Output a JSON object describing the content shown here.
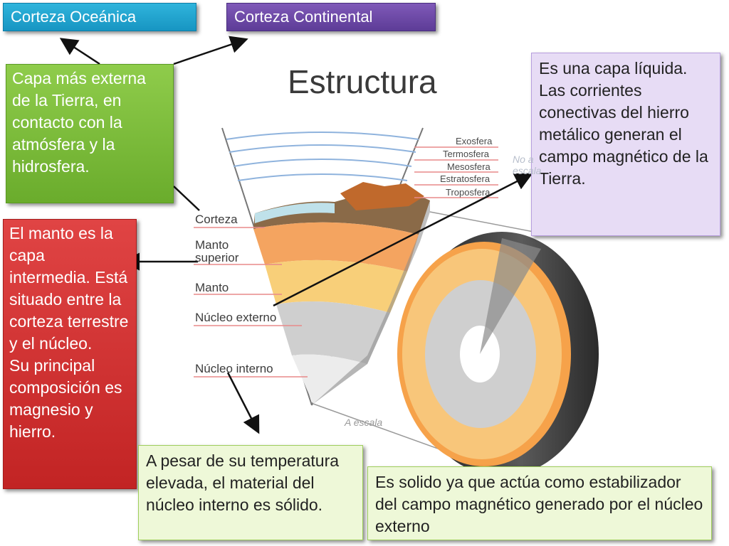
{
  "title": "Estructura",
  "tags": {
    "oceanic": "Corteza Oceánica",
    "continental": "Corteza Continental"
  },
  "boxes": {
    "crust": "Capa más externa de la Tierra, en contacto con la atmósfera y la hidrosfera.",
    "mantle_lines": [
      "El manto es la capa intermedia. Está situado entre la corteza terrestre y el núcleo.",
      "Su principal composición es magnesio y hierro."
    ],
    "outer_core": "Es una capa líquida. Las corrientes conectivas del hierro metálico generan el campo magnético de la Tierra.",
    "inner_core": "A pesar de su temperatura elevada, el material del núcleo interno es sólido.",
    "inner_core_function": "Es solido ya que actúa como estabilizador del campo magnético generado por el núcleo externo"
  },
  "diagram": {
    "layers": [
      "Corteza",
      "Manto superior",
      "Manto",
      "Núcleo externo",
      "Núcleo interno"
    ],
    "atmosphere": [
      "Exosfera",
      "Termosfera",
      "Mesosfera",
      "Estratosfera",
      "Troposfera"
    ],
    "faint_note": "No a escala",
    "scale_note": "A escala"
  },
  "colors": {
    "oceanic": "#1fa1cc",
    "continental": "#6a48a6",
    "crust_box": "#7cbd3c",
    "mantle_box": "#d03030",
    "lavender_box": "#e7dcf5",
    "light_green_box": "#eef8d8"
  }
}
